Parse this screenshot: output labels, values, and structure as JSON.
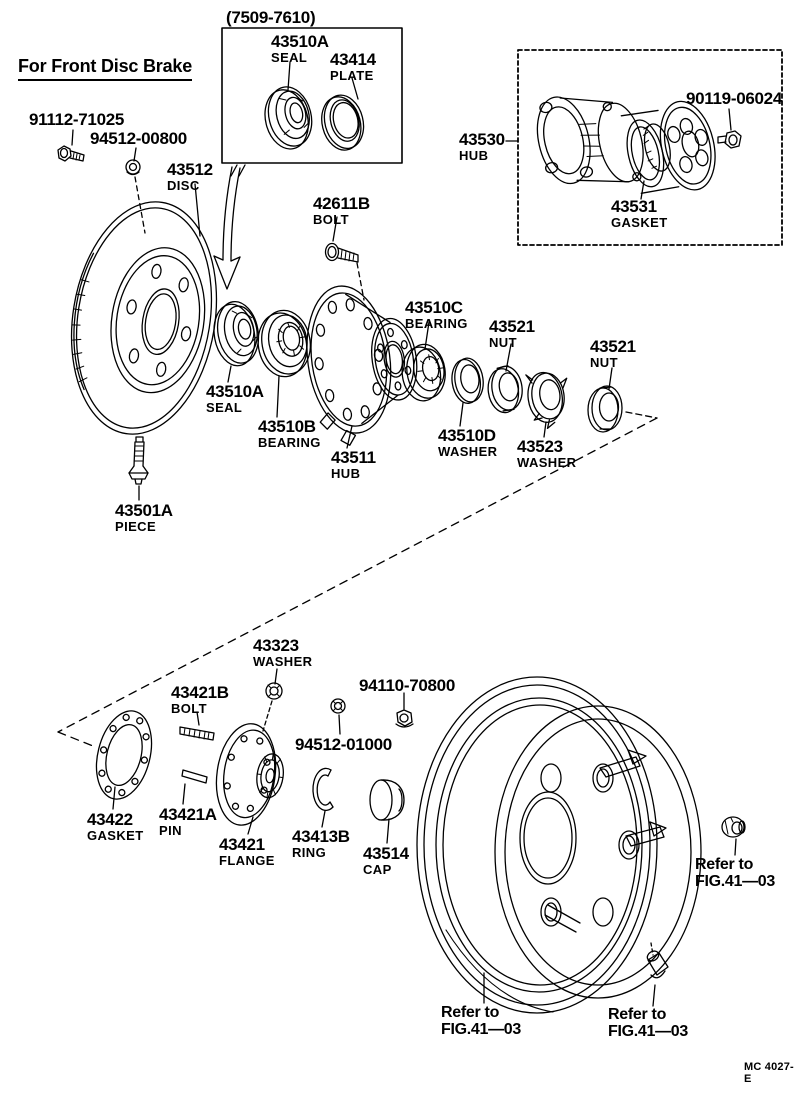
{
  "colors": {
    "ink": "#000000",
    "paper": "#ffffff"
  },
  "header": {
    "title": "For Front Disc Brake"
  },
  "inset": {
    "caption": "(7509-7610)"
  },
  "parts": {
    "seal_inset": {
      "number": "43510A",
      "name": "SEAL"
    },
    "plate_43414": {
      "number": "43414",
      "name": "PLATE"
    },
    "bolt_91112": {
      "number": "91112-71025"
    },
    "nut_94512_00800": {
      "number": "94512-00800"
    },
    "disc_43512": {
      "number": "43512",
      "name": "DISC"
    },
    "hub_43530": {
      "number": "43530",
      "name": "HUB"
    },
    "bolt_90119": {
      "number": "90119-06024"
    },
    "gasket_43531": {
      "number": "43531",
      "name": "GASKET"
    },
    "bolt_42611b": {
      "number": "42611B",
      "name": "BOLT"
    },
    "bearing_43510c": {
      "number": "43510C",
      "name": "BEARING"
    },
    "nut_43521_inner": {
      "number": "43521",
      "name": "NUT"
    },
    "nut_43521_outer": {
      "number": "43521",
      "name": "NUT"
    },
    "seal_43510a": {
      "number": "43510A",
      "name": "SEAL"
    },
    "bearing_43510b": {
      "number": "43510B",
      "name": "BEARING"
    },
    "hub_43511": {
      "number": "43511",
      "name": "HUB"
    },
    "washer_43510d": {
      "number": "43510D",
      "name": "WASHER"
    },
    "washer_43523": {
      "number": "43523",
      "name": "WASHER"
    },
    "piece_43501a": {
      "number": "43501A",
      "name": "PIECE"
    },
    "washer_43323": {
      "number": "43323",
      "name": "WASHER"
    },
    "bolt_43421b": {
      "number": "43421B",
      "name": "BOLT"
    },
    "nut_94110": {
      "number": "94110-70800"
    },
    "nut_94512_01000": {
      "number": "94512-01000"
    },
    "gasket_43422": {
      "number": "43422",
      "name": "GASKET"
    },
    "pin_43421a": {
      "number": "43421A",
      "name": "PIN"
    },
    "flange_43421": {
      "number": "43421",
      "name": "FLANGE"
    },
    "ring_43413b": {
      "number": "43413B",
      "name": "RING"
    },
    "cap_43514": {
      "number": "43514",
      "name": "CAP"
    }
  },
  "refs": {
    "wheel": {
      "line1": "Refer to",
      "line2": "FIG.41—03"
    },
    "lug_nut": {
      "line1": "Refer to",
      "line2": "FIG.41—03"
    },
    "valve": {
      "line1": "Refer to",
      "line2": "FIG.41—03"
    }
  },
  "footer": {
    "code": "MC 4027-E"
  }
}
